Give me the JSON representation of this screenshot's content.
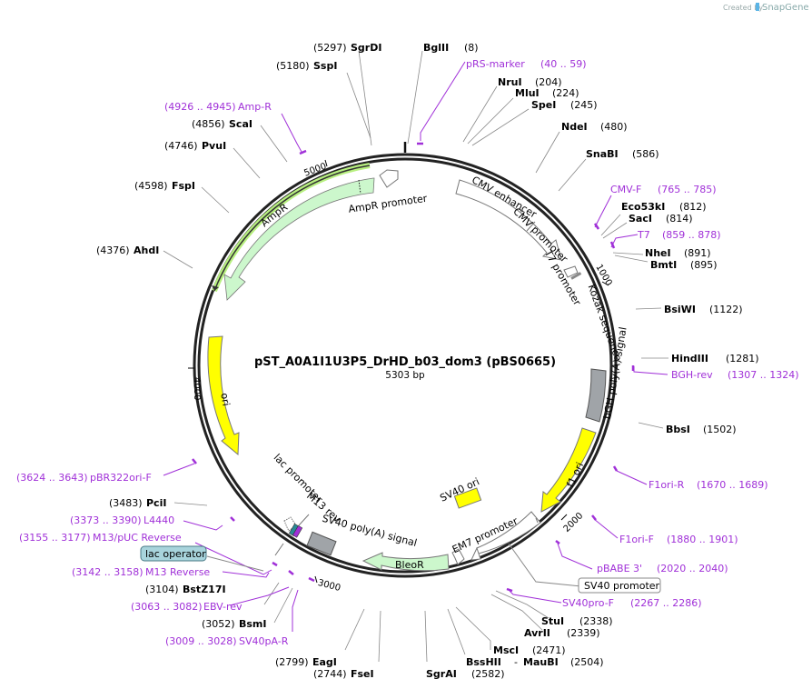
{
  "watermark": {
    "prefix": "Created by",
    "brand": "SnapGene"
  },
  "plasmid": {
    "name": "pST_A0A1I1U3P5_DrHD_b03_dom3 (pBS0665)",
    "length": "5303 bp"
  },
  "ticks": [
    "1000",
    "2000",
    "3000",
    "4000",
    "5000"
  ],
  "enzymes": [
    {
      "name": "SgrDI",
      "pos": "(5297)"
    },
    {
      "name": "BglII",
      "pos": "(8)"
    },
    {
      "name": "SspI",
      "pos": "(5180)"
    },
    {
      "name": "NruI",
      "pos": "(204)"
    },
    {
      "name": "MluI",
      "pos": "(224)"
    },
    {
      "name": "SpeI",
      "pos": "(245)"
    },
    {
      "name": "NdeI",
      "pos": "(480)"
    },
    {
      "name": "SnaBI",
      "pos": "(586)"
    },
    {
      "name": "Eco53kI",
      "pos": "(812)"
    },
    {
      "name": "SacI",
      "pos": "(814)"
    },
    {
      "name": "NheI",
      "pos": "(891)"
    },
    {
      "name": "BmtI",
      "pos": "(895)"
    },
    {
      "name": "BsiWI",
      "pos": "(1122)"
    },
    {
      "name": "HindIII",
      "pos": "(1281)"
    },
    {
      "name": "BbsI",
      "pos": "(1502)"
    },
    {
      "name": "StuI",
      "pos": "(2338)"
    },
    {
      "name": "AvrII",
      "pos": "(2339)"
    },
    {
      "name": "MscI",
      "pos": "(2471)"
    },
    {
      "name": "BssHII",
      "pos": "- MauBI"
    },
    {
      "name": "MauBI",
      "pos": "(2504)"
    },
    {
      "name": "SgrAI",
      "pos": "(2582)"
    },
    {
      "name": "FseI",
      "pos": "(2744)"
    },
    {
      "name": "EagI",
      "pos": "(2799)"
    },
    {
      "name": "BsmI",
      "pos": "(3052)"
    },
    {
      "name": "BstZ17I",
      "pos": "(3104)"
    },
    {
      "name": "PciI",
      "pos": "(3483)"
    },
    {
      "name": "AhdI",
      "pos": "(4376)"
    },
    {
      "name": "FspI",
      "pos": "(4598)"
    },
    {
      "name": "PvuI",
      "pos": "(4746)"
    },
    {
      "name": "ScaI",
      "pos": "(4856)"
    }
  ],
  "primers": [
    {
      "name": "pRS-marker",
      "range": "(40 .. 59)"
    },
    {
      "name": "CMV-F",
      "range": "(765 .. 785)"
    },
    {
      "name": "T7",
      "range": "(859 .. 878)"
    },
    {
      "name": "BGH-rev",
      "range": "(1307 .. 1324)"
    },
    {
      "name": "F1ori-R",
      "range": "(1670 .. 1689)"
    },
    {
      "name": "F1ori-F",
      "range": "(1880 .. 1901)"
    },
    {
      "name": "pBABE 3'",
      "range": "(2020 .. 2040)"
    },
    {
      "name": "SV40pro-F",
      "range": "(2267 .. 2286)"
    },
    {
      "name": "SV40pA-R",
      "range": "(3009 .. 3028)"
    },
    {
      "name": "EBV-rev",
      "range": "(3063 .. 3082)"
    },
    {
      "name": "M13 Reverse",
      "range": "(3142 .. 3158)"
    },
    {
      "name": "M13/pUC Reverse",
      "range": "(3155 .. 3177)"
    },
    {
      "name": "L4440",
      "range": "(3373 .. 3390)"
    },
    {
      "name": "pBR322ori-F",
      "range": "(3624 .. 3643)"
    },
    {
      "name": "Amp-R",
      "range": "(4926 .. 4945)"
    }
  ],
  "features": {
    "cmv_enhancer": "CMV enhancer",
    "cmv_promoter": "CMV promoter",
    "t7_promoter": "T7 promoter",
    "kozak": "Kozak sequence",
    "bgh": "bGH poly(A) signal",
    "f1ori": "f1 ori",
    "sv40_promoter": "SV40 promoter",
    "sv40_ori": "SV40 ori",
    "em7": "EM7 promoter",
    "bleor": "BleoR",
    "sv40pa": "SV40 poly(A) signal",
    "m13rev": "M13 rev",
    "lac_promoter": "lac promoter",
    "lac_operator": "lac operator",
    "ori": "ori",
    "ampr": "AmpR",
    "ampr_promoter": "AmpR promoter"
  },
  "colors": {
    "primer": "#a030d8",
    "ampr_fill": "#ccf7cc",
    "ori_fill": "#ffff00",
    "polya_fill": "#a0a4a8"
  }
}
